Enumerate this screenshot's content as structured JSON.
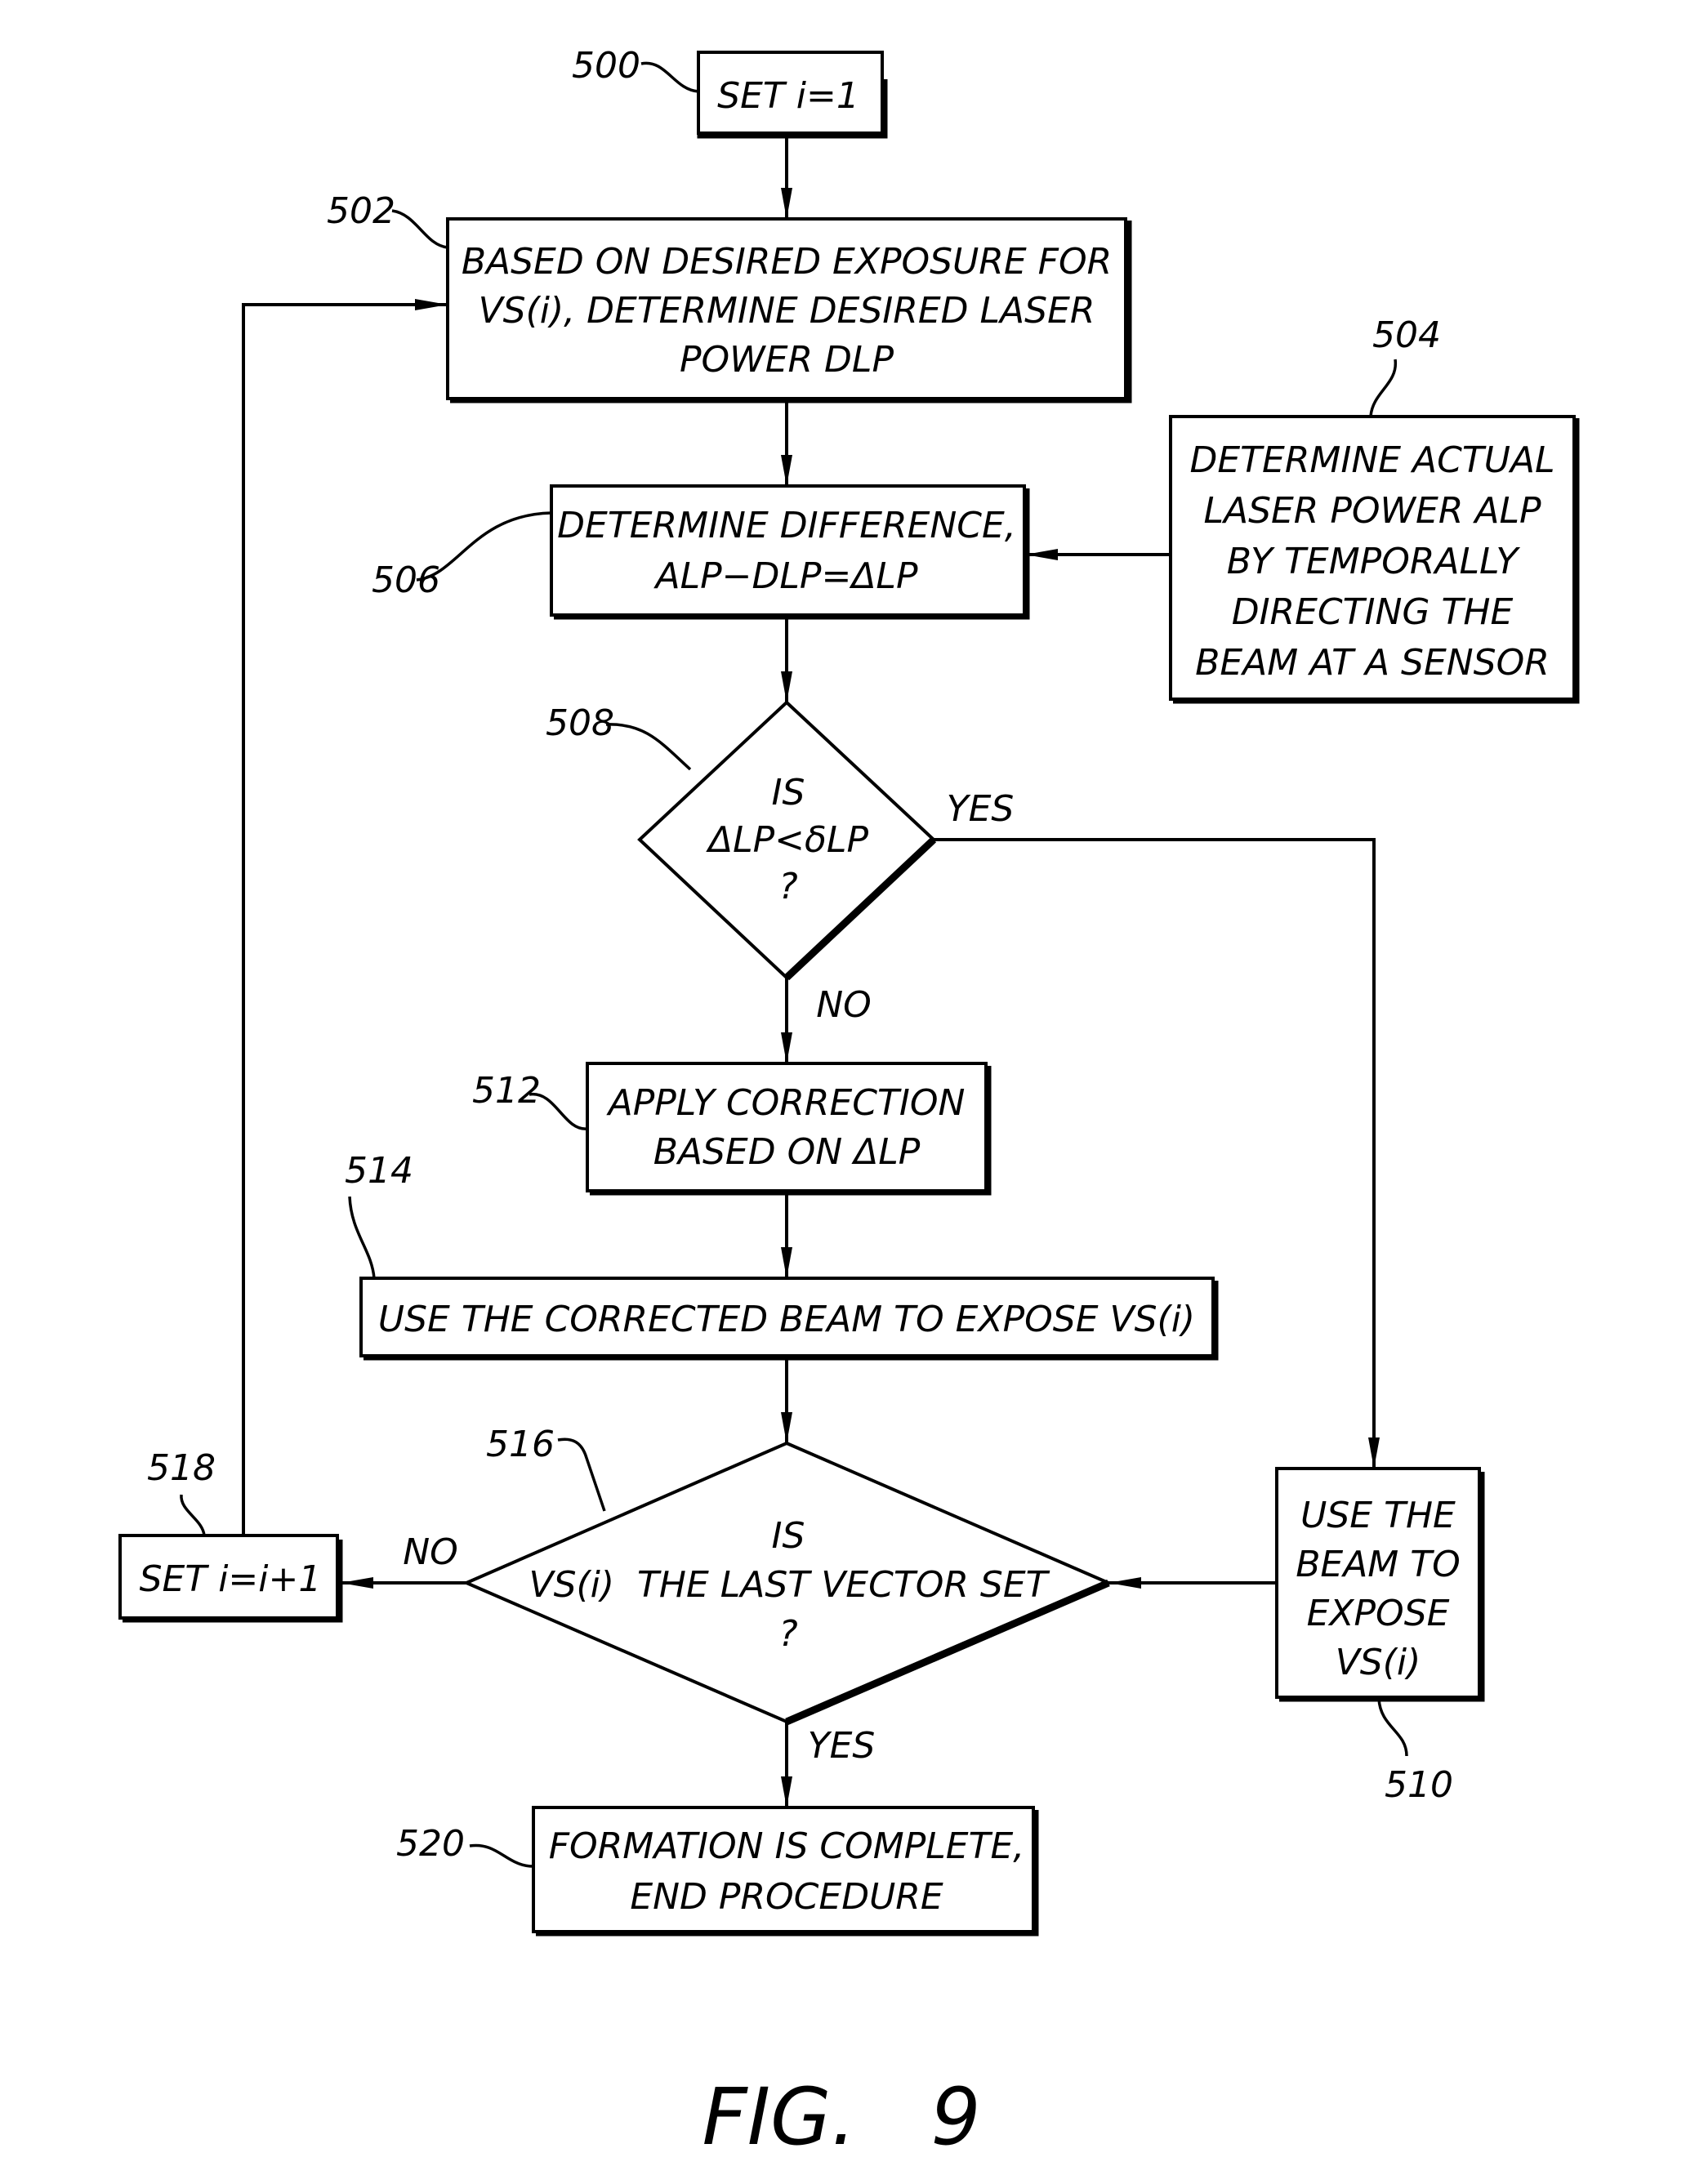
{
  "figure": {
    "caption": "FIG.   9"
  },
  "nodes": {
    "n500": {
      "ref": "500",
      "type": "process",
      "lines": [
        "SET i=1"
      ]
    },
    "n502": {
      "ref": "502",
      "type": "process",
      "lines": [
        "BASED ON DESIRED EXPOSURE FOR",
        "VS(i), DETERMINE DESIRED LASER",
        "POWER DLP"
      ]
    },
    "n504": {
      "ref": "504",
      "type": "process",
      "lines": [
        "DETERMINE ACTUAL",
        "LASER POWER ALP",
        "BY TEMPORALLY",
        "DIRECTING THE",
        "BEAM AT A SENSOR"
      ]
    },
    "n506": {
      "ref": "506",
      "type": "process",
      "lines": [
        "DETERMINE DIFFERENCE,",
        "ALP−DLP=ΔLP"
      ]
    },
    "n508": {
      "ref": "508",
      "type": "decision",
      "lines": [
        "IS",
        "ΔLP<δLP",
        "?"
      ]
    },
    "n510": {
      "ref": "510",
      "type": "process",
      "lines": [
        "USE THE",
        "BEAM TO",
        "EXPOSE",
        "VS(i)"
      ]
    },
    "n512": {
      "ref": "512",
      "type": "process",
      "lines": [
        "APPLY CORRECTION",
        "BASED ON ΔLP"
      ]
    },
    "n514": {
      "ref": "514",
      "type": "process",
      "lines": [
        "USE THE CORRECTED BEAM TO EXPOSE VS(i)"
      ]
    },
    "n516": {
      "ref": "516",
      "type": "decision",
      "lines": [
        "IS",
        "VS(i)  THE LAST VECTOR SET",
        "?"
      ]
    },
    "n518": {
      "ref": "518",
      "type": "process",
      "lines": [
        "SET i=i+1"
      ]
    },
    "n520": {
      "ref": "520",
      "type": "terminal",
      "lines": [
        "FORMATION IS COMPLETE,",
        "END PROCEDURE"
      ]
    }
  },
  "edges": [
    {
      "from": "500",
      "to": "502",
      "label": ""
    },
    {
      "from": "502",
      "to": "506",
      "label": ""
    },
    {
      "from": "504",
      "to": "506",
      "label": ""
    },
    {
      "from": "506",
      "to": "508",
      "label": ""
    },
    {
      "from": "508",
      "to": "510",
      "label": "YES"
    },
    {
      "from": "508",
      "to": "512",
      "label": "NO"
    },
    {
      "from": "512",
      "to": "514",
      "label": ""
    },
    {
      "from": "514",
      "to": "516",
      "label": ""
    },
    {
      "from": "510",
      "to": "516",
      "label": ""
    },
    {
      "from": "516",
      "to": "518",
      "label": "NO"
    },
    {
      "from": "516",
      "to": "520",
      "label": "YES"
    },
    {
      "from": "518",
      "to": "502",
      "label": ""
    }
  ],
  "edge_labels": {
    "e508_yes": "YES",
    "e508_no": "NO",
    "e516_no": "NO",
    "e516_yes": "YES"
  }
}
